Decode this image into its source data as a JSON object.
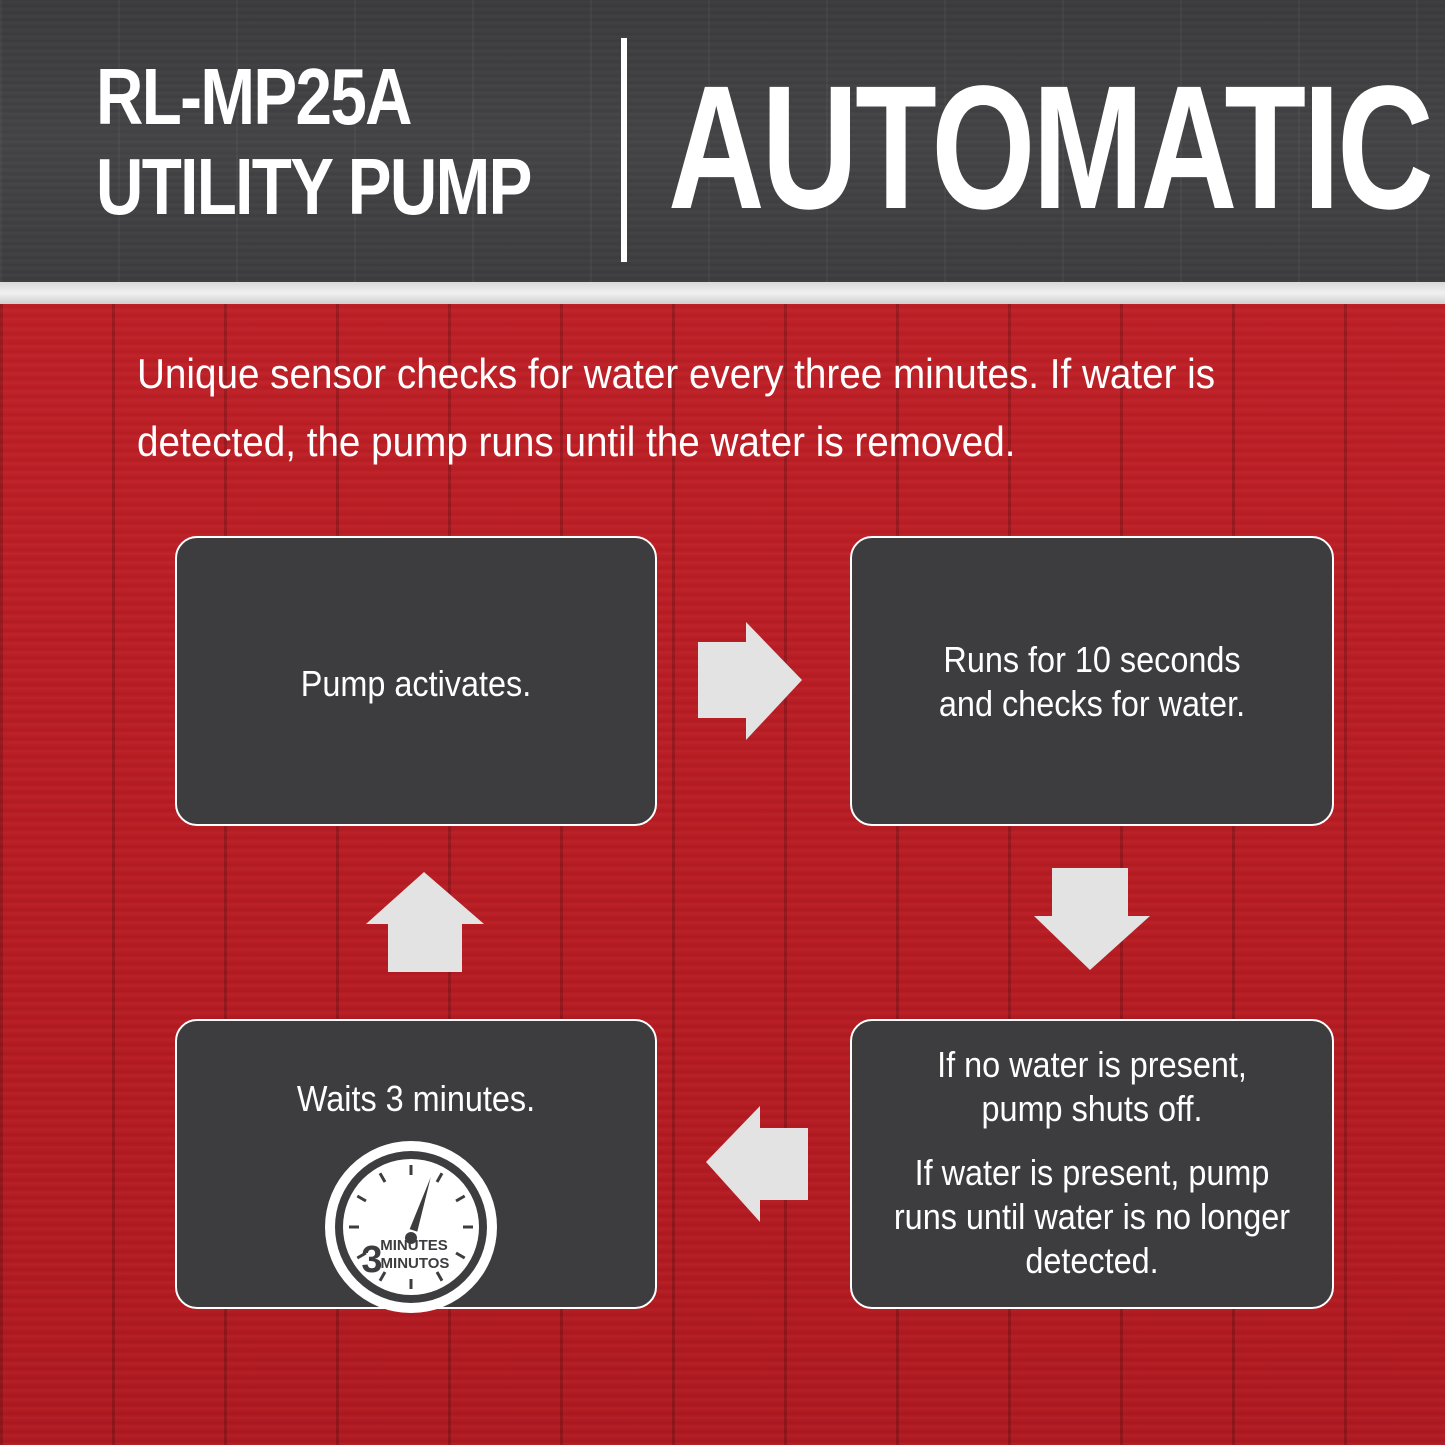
{
  "header": {
    "model_line1": "RL-MP25A",
    "model_line2": "UTILITY PUMP",
    "mode": "AUTOMATIC"
  },
  "intro_text": "Unique sensor checks for water every three minutes. If water is detected, the pump runs until the water is removed.",
  "steps": {
    "activate": "Pump activates.",
    "run_check": "Runs for 10 seconds and checks for water.",
    "outcome_no_water": "If no water is present, pump shuts off.",
    "outcome_water": "If water is present, pump runs until water is no longer detected.",
    "wait": "Waits 3 minutes."
  },
  "timer": {
    "number": "3",
    "label_en": "MINUTES",
    "label_es": "MINUTOS"
  },
  "colors": {
    "header_bg": "#3f3f42",
    "red_bg": "#bb1c23",
    "box_bg": "#3d3d40",
    "arrow": "#e3e3e3",
    "text": "#ffffff"
  },
  "icons": [
    "arrow-right-icon",
    "arrow-down-icon",
    "arrow-left-icon",
    "arrow-up-icon",
    "timer-icon"
  ]
}
